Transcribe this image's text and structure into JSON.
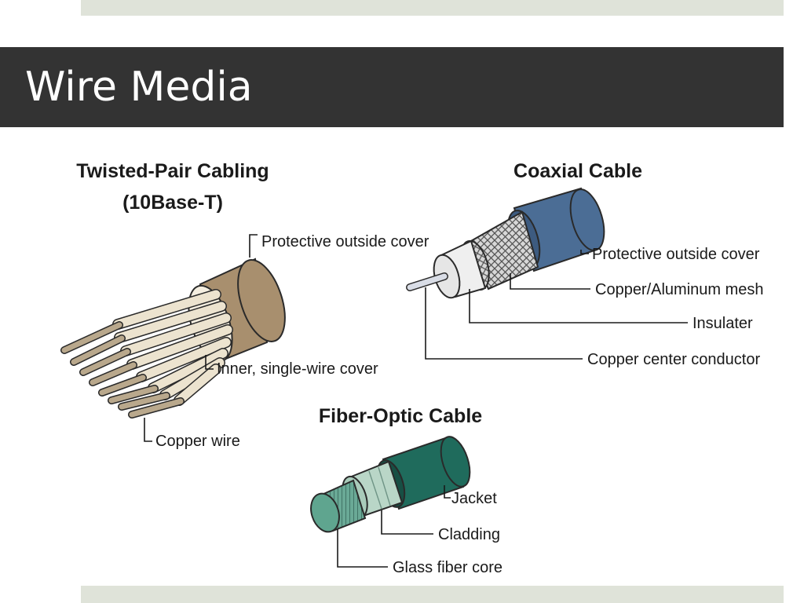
{
  "slide": {
    "title": "Wire Media"
  },
  "twisted_pair": {
    "heading_line1": "Twisted-Pair Cabling",
    "heading_line2": "(10Base-T)",
    "labels": {
      "cover": "Protective outside cover",
      "inner": "Inner, single-wire cover",
      "copper": "Copper wire"
    },
    "colors": {
      "jacket": "#a88f6e",
      "wire_cover": "#ece3cf",
      "copper": "#b9a88c"
    }
  },
  "coaxial": {
    "heading": "Coaxial Cable",
    "labels": {
      "cover": "Protective outside cover",
      "mesh": "Copper/Aluminum mesh",
      "insulator": "Insulater",
      "conductor": "Copper center conductor"
    },
    "colors": {
      "jacket": "#4b6d95",
      "insulator": "#efefef",
      "mesh": "#cfcfcf",
      "conductor": "#d9dde6"
    }
  },
  "fiber": {
    "heading": "Fiber-Optic Cable",
    "labels": {
      "jacket": "Jacket",
      "cladding": "Cladding",
      "core": "Glass fiber core"
    },
    "colors": {
      "jacket": "#1f6b5c",
      "cladding": "#b9d6c7",
      "core": "#5fa58f"
    }
  }
}
